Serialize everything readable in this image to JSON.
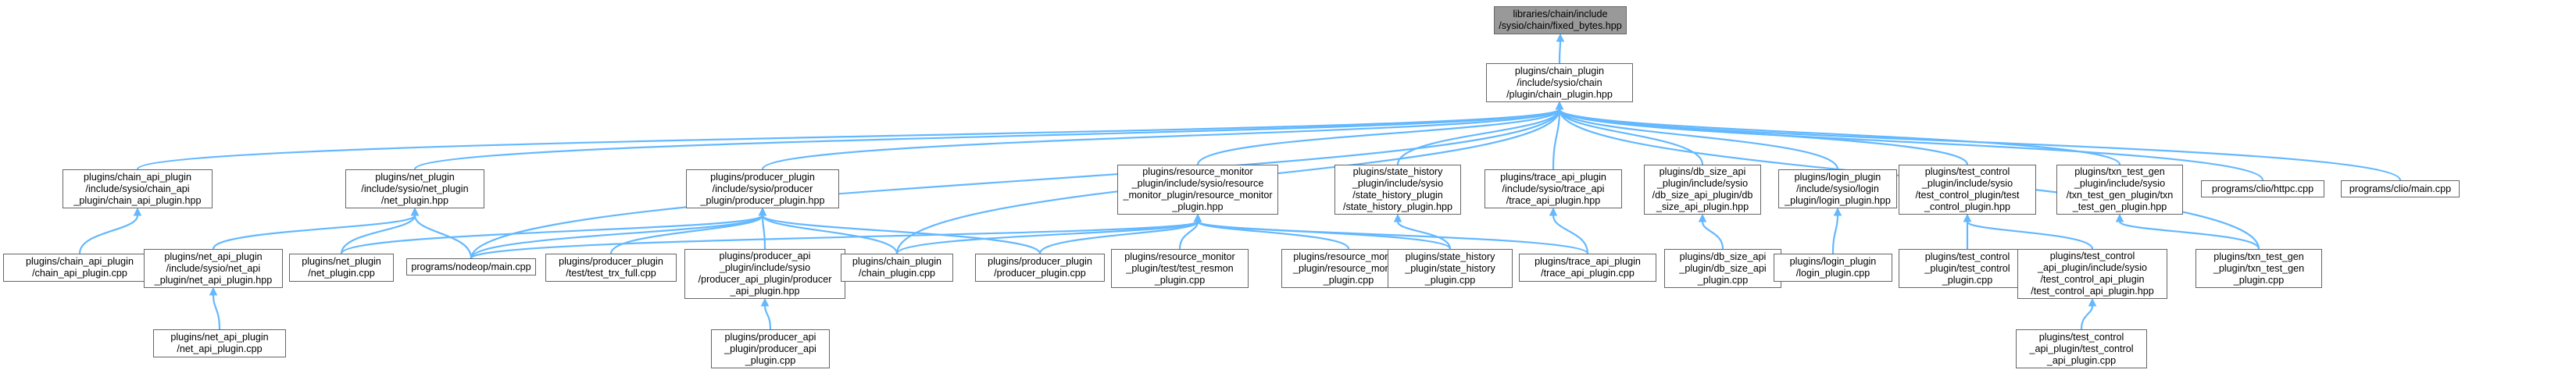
{
  "graph": {
    "root": {
      "id": "fixed_bytes",
      "label": "libraries/chain/include\n/sysio/chain/fixed_bytes.hpp"
    },
    "nodes": [
      {
        "id": "chain_plugin_hpp",
        "label": "plugins/chain_plugin\n/include/sysio/chain\n/plugin/chain_plugin.hpp"
      },
      {
        "id": "chain_api_plugin_hpp",
        "label": "plugins/chain_api_plugin\n/include/sysio/chain_api\n_plugin/chain_api_plugin.hpp"
      },
      {
        "id": "net_plugin_hpp",
        "label": "plugins/net_plugin\n/include/sysio/net_plugin\n/net_plugin.hpp"
      },
      {
        "id": "producer_plugin_hpp",
        "label": "plugins/producer_plugin\n/include/sysio/producer\n_plugin/producer_plugin.hpp"
      },
      {
        "id": "resource_monitor_hpp",
        "label": "plugins/resource_monitor\n_plugin/include/sysio/resource\n_monitor_plugin/resource_monitor\n_plugin.hpp"
      },
      {
        "id": "state_history_hpp",
        "label": "plugins/state_history\n_plugin/include/sysio\n/state_history_plugin\n/state_history_plugin.hpp"
      },
      {
        "id": "trace_api_hpp",
        "label": "plugins/trace_api_plugin\n/include/sysio/trace_api\n/trace_api_plugin.hpp"
      },
      {
        "id": "db_size_api_hpp",
        "label": "plugins/db_size_api\n_plugin/include/sysio\n/db_size_api_plugin/db\n_size_api_plugin.hpp"
      },
      {
        "id": "login_plugin_hpp",
        "label": "plugins/login_plugin\n/include/sysio/login\n_plugin/login_plugin.hpp"
      },
      {
        "id": "test_control_hpp",
        "label": "plugins/test_control\n_plugin/include/sysio\n/test_control_plugin/test\n_control_plugin.hpp"
      },
      {
        "id": "txn_test_gen_hpp",
        "label": "plugins/txn_test_gen\n_plugin/include/sysio\n/txn_test_gen_plugin/txn\n_test_gen_plugin.hpp"
      },
      {
        "id": "httpc_cpp",
        "label": "programs/clio/httpc.cpp"
      },
      {
        "id": "clio_main_cpp",
        "label": "programs/clio/main.cpp"
      },
      {
        "id": "chain_api_plugin_cpp",
        "label": "plugins/chain_api_plugin\n/chain_api_plugin.cpp"
      },
      {
        "id": "net_api_plugin_hpp",
        "label": "plugins/net_api_plugin\n/include/sysio/net_api\n_plugin/net_api_plugin.hpp"
      },
      {
        "id": "net_plugin_cpp",
        "label": "plugins/net_plugin\n/net_plugin.cpp"
      },
      {
        "id": "nodeop_main_cpp",
        "label": "programs/nodeop/main.cpp"
      },
      {
        "id": "test_trx_full_cpp",
        "label": "plugins/producer_plugin\n/test/test_trx_full.cpp"
      },
      {
        "id": "producer_api_hpp",
        "label": "plugins/producer_api\n_plugin/include/sysio\n/producer_api_plugin/producer\n_api_plugin.hpp"
      },
      {
        "id": "chain_plugin_cpp",
        "label": "plugins/chain_plugin\n/chain_plugin.cpp"
      },
      {
        "id": "producer_plugin_cpp",
        "label": "plugins/producer_plugin\n/producer_plugin.cpp"
      },
      {
        "id": "test_resmon_cpp",
        "label": "plugins/resource_monitor\n_plugin/test/test_resmon\n_plugin.cpp"
      },
      {
        "id": "resource_monitor_cpp",
        "label": "plugins/resource_monitor\n_plugin/resource_monitor\n_plugin.cpp"
      },
      {
        "id": "state_history_cpp",
        "label": "plugins/state_history\n_plugin/state_history\n_plugin.cpp"
      },
      {
        "id": "trace_api_cpp",
        "label": "plugins/trace_api_plugin\n/trace_api_plugin.cpp"
      },
      {
        "id": "db_size_api_cpp",
        "label": "plugins/db_size_api\n_plugin/db_size_api\n_plugin.cpp"
      },
      {
        "id": "login_plugin_cpp",
        "label": "plugins/login_plugin\n/login_plugin.cpp"
      },
      {
        "id": "test_control_cpp",
        "label": "plugins/test_control\n_plugin/test_control\n_plugin.cpp"
      },
      {
        "id": "test_control_api_hpp",
        "label": "plugins/test_control\n_api_plugin/include/sysio\n/test_control_api_plugin\n/test_control_api_plugin.hpp"
      },
      {
        "id": "txn_test_gen_cpp",
        "label": "plugins/txn_test_gen\n_plugin/txn_test_gen\n_plugin.cpp"
      },
      {
        "id": "net_api_plugin_cpp",
        "label": "plugins/net_api_plugin\n/net_api_plugin.cpp"
      },
      {
        "id": "producer_api_cpp",
        "label": "plugins/producer_api\n_plugin/producer_api\n_plugin.cpp"
      },
      {
        "id": "test_control_api_cpp",
        "label": "plugins/test_control\n_api_plugin/test_control\n_api_plugin.cpp"
      }
    ],
    "edges": [
      [
        "chain_plugin_hpp",
        "fixed_bytes"
      ],
      [
        "chain_api_plugin_hpp",
        "chain_plugin_hpp"
      ],
      [
        "net_plugin_hpp",
        "chain_plugin_hpp"
      ],
      [
        "producer_plugin_hpp",
        "chain_plugin_hpp"
      ],
      [
        "resource_monitor_hpp",
        "chain_plugin_hpp"
      ],
      [
        "state_history_hpp",
        "chain_plugin_hpp"
      ],
      [
        "trace_api_hpp",
        "chain_plugin_hpp"
      ],
      [
        "db_size_api_hpp",
        "chain_plugin_hpp"
      ],
      [
        "login_plugin_hpp",
        "chain_plugin_hpp"
      ],
      [
        "test_control_hpp",
        "chain_plugin_hpp"
      ],
      [
        "txn_test_gen_hpp",
        "chain_plugin_hpp"
      ],
      [
        "httpc_cpp",
        "chain_plugin_hpp"
      ],
      [
        "clio_main_cpp",
        "chain_plugin_hpp"
      ],
      [
        "nodeop_main_cpp",
        "chain_plugin_hpp"
      ],
      [
        "chain_plugin_cpp",
        "chain_plugin_hpp"
      ],
      [
        "txn_test_gen_cpp",
        "chain_plugin_hpp"
      ],
      [
        "chain_api_plugin_cpp",
        "chain_api_plugin_hpp"
      ],
      [
        "net_api_plugin_hpp",
        "net_plugin_hpp"
      ],
      [
        "net_plugin_cpp",
        "net_plugin_hpp"
      ],
      [
        "nodeop_main_cpp",
        "net_plugin_hpp"
      ],
      [
        "net_api_plugin_cpp",
        "net_api_plugin_hpp"
      ],
      [
        "net_plugin_cpp",
        "producer_plugin_hpp"
      ],
      [
        "nodeop_main_cpp",
        "producer_plugin_hpp"
      ],
      [
        "test_trx_full_cpp",
        "producer_plugin_hpp"
      ],
      [
        "producer_api_hpp",
        "producer_plugin_hpp"
      ],
      [
        "chain_plugin_cpp",
        "producer_plugin_hpp"
      ],
      [
        "producer_plugin_cpp",
        "producer_plugin_hpp"
      ],
      [
        "producer_api_cpp",
        "producer_api_hpp"
      ],
      [
        "nodeop_main_cpp",
        "resource_monitor_hpp"
      ],
      [
        "chain_plugin_cpp",
        "resource_monitor_hpp"
      ],
      [
        "producer_plugin_cpp",
        "resource_monitor_hpp"
      ],
      [
        "test_resmon_cpp",
        "resource_monitor_hpp"
      ],
      [
        "resource_monitor_cpp",
        "resource_monitor_hpp"
      ],
      [
        "state_history_cpp",
        "resource_monitor_hpp"
      ],
      [
        "trace_api_cpp",
        "resource_monitor_hpp"
      ],
      [
        "state_history_cpp",
        "state_history_hpp"
      ],
      [
        "trace_api_cpp",
        "trace_api_hpp"
      ],
      [
        "db_size_api_cpp",
        "db_size_api_hpp"
      ],
      [
        "login_plugin_cpp",
        "login_plugin_hpp"
      ],
      [
        "test_control_cpp",
        "test_control_hpp"
      ],
      [
        "test_control_api_hpp",
        "test_control_hpp"
      ],
      [
        "test_control_api_cpp",
        "test_control_api_hpp"
      ],
      [
        "txn_test_gen_cpp",
        "txn_test_gen_hpp"
      ]
    ]
  }
}
